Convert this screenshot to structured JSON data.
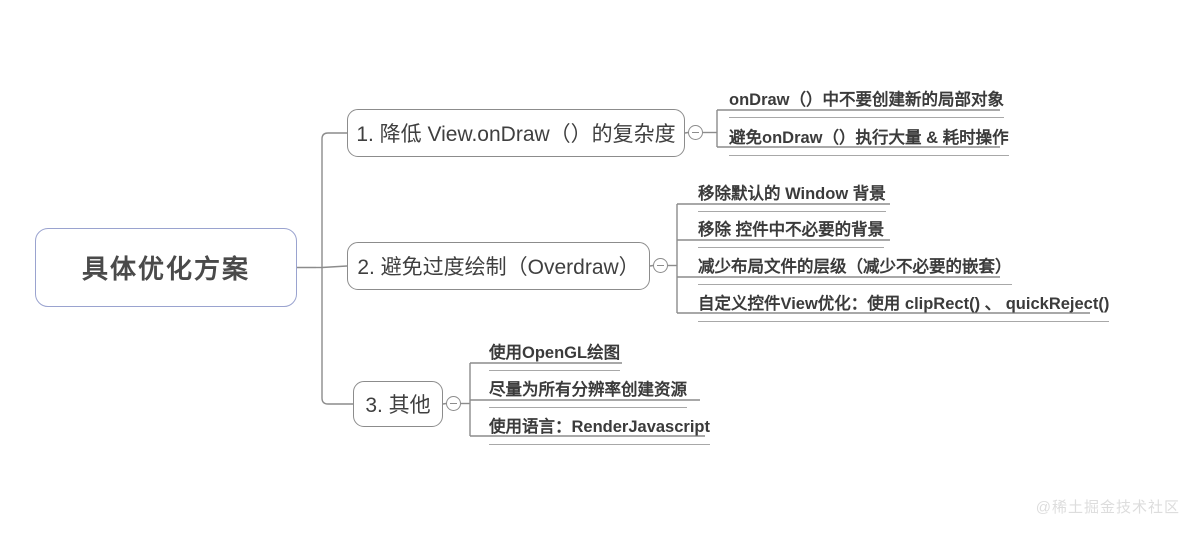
{
  "diagram": {
    "type": "mindmap",
    "root": {
      "label": "具体优化方案"
    },
    "branches": [
      {
        "id": "branch-1",
        "label": "1. 降低 View.onDraw（）的复杂度",
        "toggle_icon": "minus-circle-icon",
        "leaves": [
          "onDraw（）中不要创建新的局部对象",
          "避免onDraw（）执行大量 & 耗时操作"
        ]
      },
      {
        "id": "branch-2",
        "label": "2. 避免过度绘制（Overdraw）",
        "toggle_icon": "minus-circle-icon",
        "leaves": [
          "移除默认的 Window 背景",
          "移除 控件中不必要的背景",
          "减少布局文件的层级（减少不必要的嵌套）",
          "自定义控件View优化：使用 clipRect() 、 quickReject()"
        ]
      },
      {
        "id": "branch-3",
        "label": "3. 其他",
        "toggle_icon": "minus-circle-icon",
        "leaves": [
          "使用OpenGL绘图",
          "尽量为所有分辨率创建资源",
          "使用语言：RenderJavascript"
        ]
      }
    ]
  },
  "watermark": {
    "text": "@稀土掘金技术社区"
  },
  "colors": {
    "background": "#ffffff",
    "root_border": "#9aa3cf",
    "node_border": "#8c8c8c",
    "connector": "#8c8c8c",
    "leaf_underline": "#a8a8a8",
    "text": "#3f3f3f",
    "watermark": "#dddddd"
  }
}
